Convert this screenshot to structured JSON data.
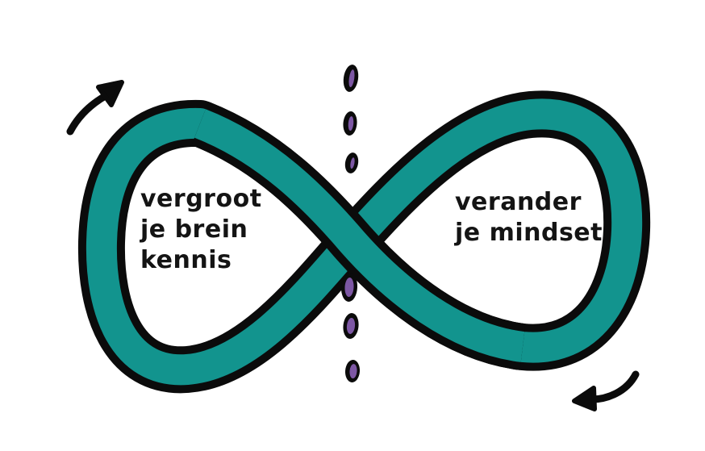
{
  "diagram": {
    "left_loop_label": "vergroot\nje brein\nkennis",
    "right_loop_label": "verander\nje mindset",
    "colors": {
      "band_teal": "#12948E",
      "outline_black": "#0B0B0B",
      "dot_purple": "#7D57A4",
      "text_black": "#141414"
    },
    "icons": {
      "top_left_arrow": "curved-arrow-up-right-icon",
      "bottom_right_arrow": "curved-arrow-left-icon",
      "center_divider": "vertical-dotted-line"
    }
  }
}
